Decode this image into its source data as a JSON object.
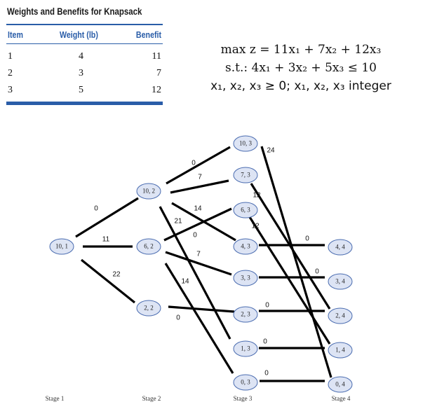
{
  "table": {
    "title": "Weights and Benefits for Knapsack",
    "headers": [
      "Item",
      "Weight (lb)",
      "Benefit"
    ],
    "rows": [
      [
        "1",
        "4",
        "11"
      ],
      [
        "2",
        "3",
        "7"
      ],
      [
        "3",
        "5",
        "12"
      ]
    ]
  },
  "formula": {
    "line1": "max  z = 11x₁ + 7x₂ + 12x₃",
    "line2": "s.t.:  4x₁ + 3x₂ + 5x₃ ≤ 10",
    "line3": "x₁, x₂, x₃ ≥ 0; x₁, x₂, x₃ integer"
  },
  "network": {
    "nodes": [
      {
        "id": "n10_1",
        "label": "10, 1"
      },
      {
        "id": "n10_2",
        "label": "10, 2"
      },
      {
        "id": "n6_2",
        "label": "6, 2"
      },
      {
        "id": "n2_2",
        "label": "2, 2"
      },
      {
        "id": "n10_3",
        "label": "10, 3"
      },
      {
        "id": "n7_3",
        "label": "7, 3"
      },
      {
        "id": "n6_3",
        "label": "6, 3"
      },
      {
        "id": "n4_3",
        "label": "4, 3"
      },
      {
        "id": "n3_3",
        "label": "3, 3"
      },
      {
        "id": "n2_3",
        "label": "2, 3"
      },
      {
        "id": "n1_3",
        "label": "1, 3"
      },
      {
        "id": "n0_3",
        "label": "0, 3"
      },
      {
        "id": "n4_4",
        "label": "4, 4"
      },
      {
        "id": "n3_4",
        "label": "3, 4"
      },
      {
        "id": "n2_4",
        "label": "2, 4"
      },
      {
        "id": "n1_4",
        "label": "1, 4"
      },
      {
        "id": "n0_4",
        "label": "0, 4"
      }
    ],
    "edges": [
      {
        "from": "n10_1",
        "to": "n10_2",
        "label": "0"
      },
      {
        "from": "n10_1",
        "to": "n6_2",
        "label": "11"
      },
      {
        "from": "n10_1",
        "to": "n2_2",
        "label": "22"
      },
      {
        "from": "n10_2",
        "to": "n10_3",
        "label": "0"
      },
      {
        "from": "n10_2",
        "to": "n7_3",
        "label": "7"
      },
      {
        "from": "n10_2",
        "to": "n4_3",
        "label": "14"
      },
      {
        "from": "n10_2",
        "to": "n1_3",
        "label": "21"
      },
      {
        "from": "n6_2",
        "to": "n6_3",
        "label": "0"
      },
      {
        "from": "n6_2",
        "to": "n3_3",
        "label": "7"
      },
      {
        "from": "n6_2",
        "to": "n0_3",
        "label": "14"
      },
      {
        "from": "n2_2",
        "to": "n2_3",
        "label": "0"
      },
      {
        "from": "n10_3",
        "to": "n0_4",
        "label": "24"
      },
      {
        "from": "n7_3",
        "to": "n2_4",
        "label": "12"
      },
      {
        "from": "n6_3",
        "to": "n1_4",
        "label": "12"
      },
      {
        "from": "n4_3",
        "to": "n4_4",
        "label": "0"
      },
      {
        "from": "n3_3",
        "to": "n3_4",
        "label": "0"
      },
      {
        "from": "n2_3",
        "to": "n2_4",
        "label": "0"
      },
      {
        "from": "n1_3",
        "to": "n1_4",
        "label": "0"
      },
      {
        "from": "n0_3",
        "to": "n0_4",
        "label": "0"
      }
    ],
    "stages": [
      "Stage 1",
      "Stage 2",
      "Stage 3",
      "Stage 4"
    ],
    "colors": {
      "node_fill": "#dde4f4",
      "node_stroke": "#4a6cb0",
      "edge": "#000000"
    }
  }
}
